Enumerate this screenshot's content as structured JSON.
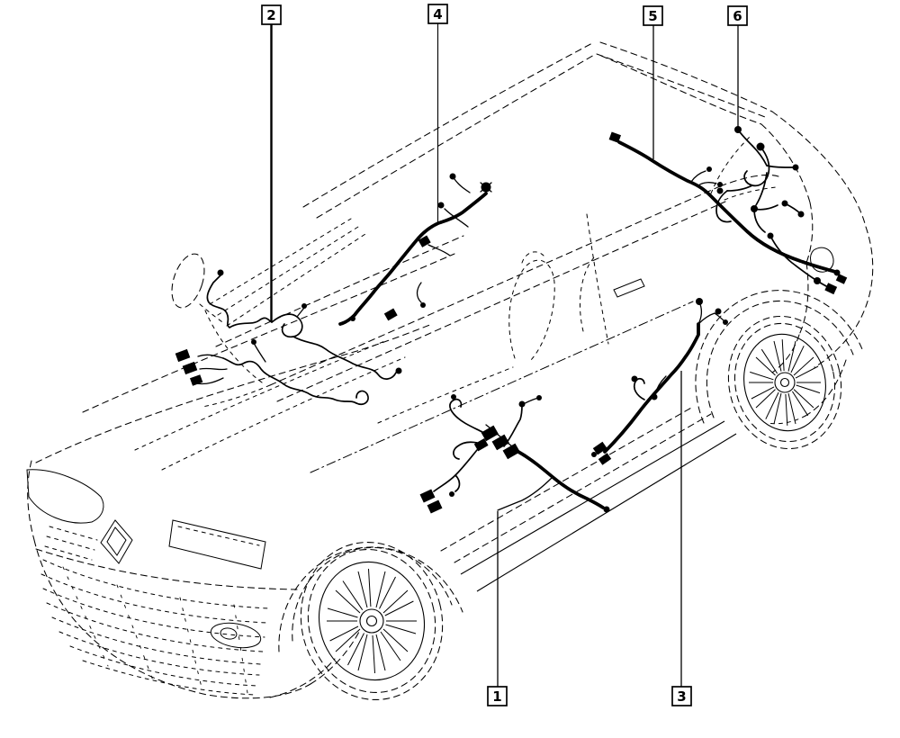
{
  "figure": {
    "kind": "wiring-location-diagram",
    "background_color": "#ffffff",
    "line_color": "#000000"
  },
  "callouts": [
    {
      "label": "1"
    },
    {
      "label": "2"
    },
    {
      "label": "3"
    },
    {
      "label": "4"
    },
    {
      "label": "5"
    },
    {
      "label": "6"
    }
  ]
}
